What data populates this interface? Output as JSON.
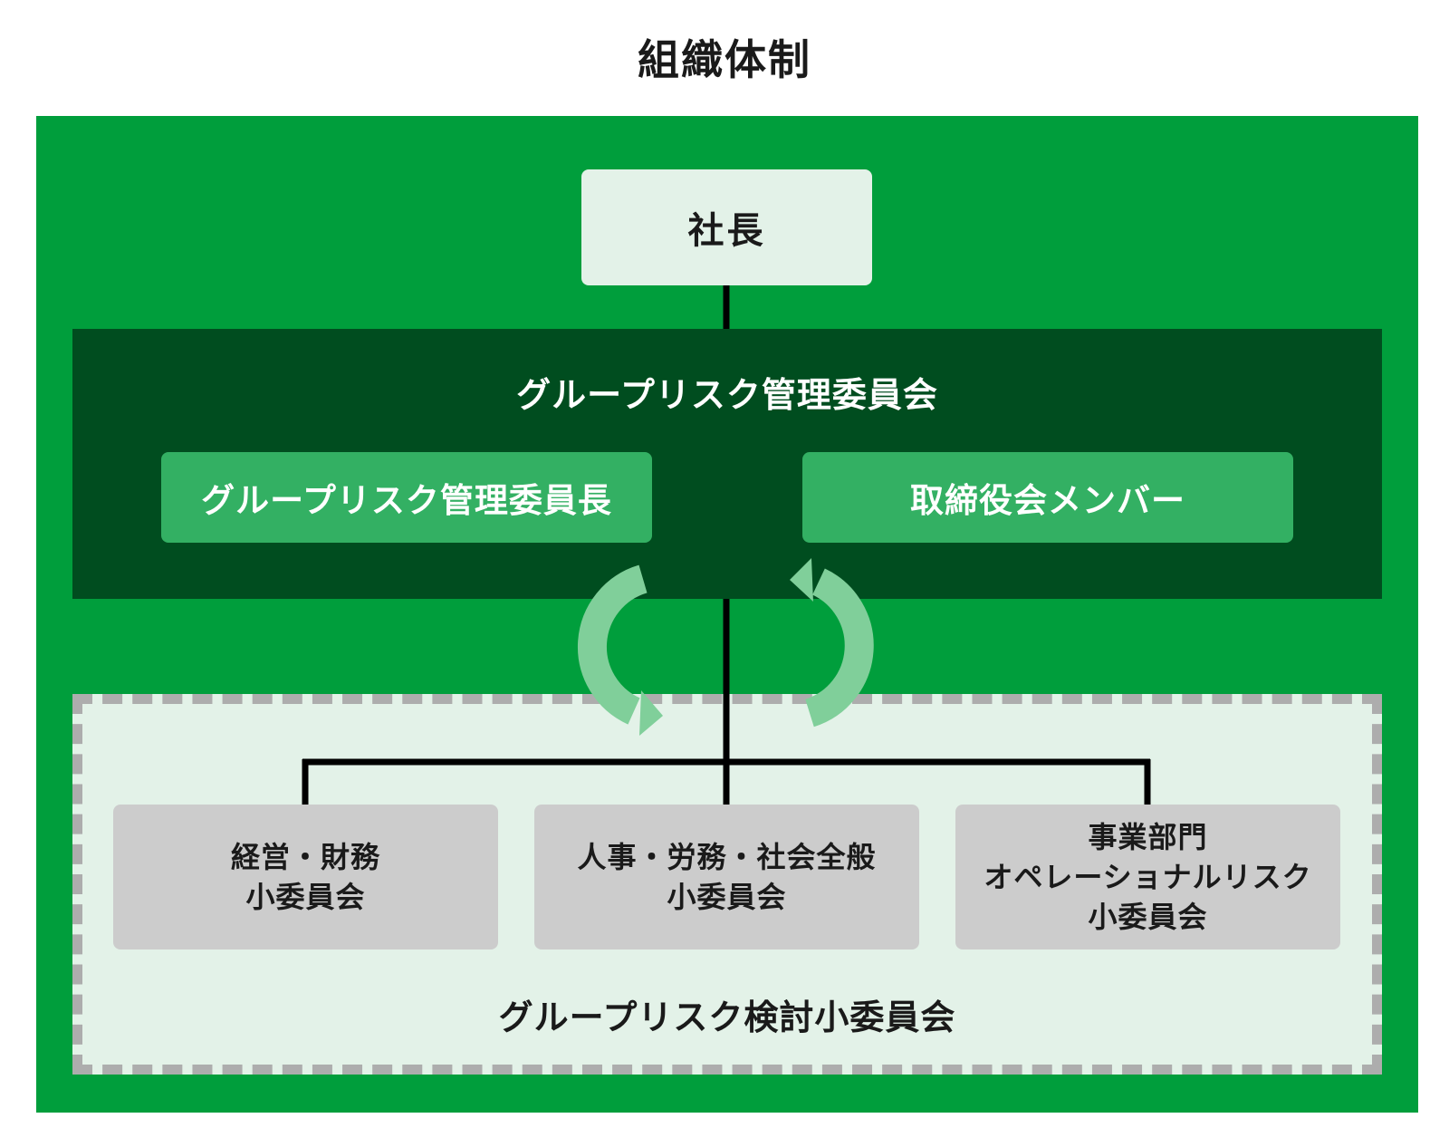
{
  "title": "組織体制",
  "president": {
    "label": "社長"
  },
  "risk_committee": {
    "title": "グループリスク管理委員会",
    "chair": "グループリスク管理委員長",
    "members": "取締役会メンバー"
  },
  "sub_committee": {
    "title": "グループリスク検討小委員会",
    "units": [
      {
        "line1": "経営・財務",
        "line2": "小委員会",
        "line3": ""
      },
      {
        "line1": "人事・労務・社会全般",
        "line2": "小委員会",
        "line3": ""
      },
      {
        "line1": "事業部門",
        "line2": "オペレーショナルリスク",
        "line3": "小委員会"
      }
    ]
  },
  "colors": {
    "outer_green": "#009e3c",
    "dark_green": "#004d1f",
    "medium_green": "#33b063",
    "pale_green": "#e3f2e8",
    "arrow_green": "#80cf9a",
    "gray_box": "#cccccc",
    "dash_gray": "#adadad",
    "line_black": "#000000"
  },
  "icons": {
    "left_arrow": "counterclockwise-cycle-arrow-icon",
    "right_arrow": "clockwise-cycle-arrow-icon"
  }
}
